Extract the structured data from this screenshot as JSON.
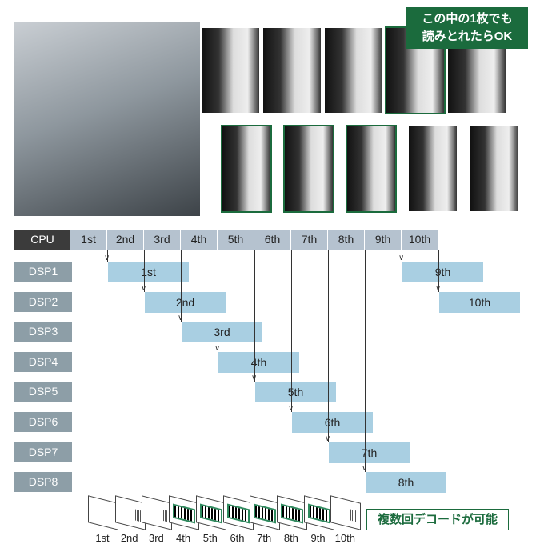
{
  "callout": {
    "line1": "この中の1枚でも",
    "line2": "読みとれたらOK"
  },
  "cpu": {
    "label": "CPU",
    "cells": [
      "1st",
      "2nd",
      "3rd",
      "4th",
      "5th",
      "6th",
      "7th",
      "8th",
      "9th",
      "10th"
    ]
  },
  "dsps": [
    {
      "label": "DSP1",
      "tasks": [
        {
          "name": "1st",
          "start": 1
        },
        {
          "name": "9th",
          "start": 9
        }
      ]
    },
    {
      "label": "DSP2",
      "tasks": [
        {
          "name": "2nd",
          "start": 2
        },
        {
          "name": "10th",
          "start": 10
        }
      ]
    },
    {
      "label": "DSP3",
      "tasks": [
        {
          "name": "3rd",
          "start": 3
        }
      ]
    },
    {
      "label": "DSP4",
      "tasks": [
        {
          "name": "4th",
          "start": 4
        }
      ]
    },
    {
      "label": "DSP5",
      "tasks": [
        {
          "name": "5th",
          "start": 5
        }
      ]
    },
    {
      "label": "DSP6",
      "tasks": [
        {
          "name": "6th",
          "start": 6
        }
      ]
    },
    {
      "label": "DSP7",
      "tasks": [
        {
          "name": "7th",
          "start": 7
        }
      ]
    },
    {
      "label": "DSP8",
      "tasks": [
        {
          "name": "8th",
          "start": 8
        }
      ]
    }
  ],
  "frames": [
    "1st",
    "2nd",
    "3rd",
    "4th",
    "5th",
    "6th",
    "7th",
    "8th",
    "9th",
    "10th"
  ],
  "badge": "複数回デコードが可能",
  "colors": {
    "green": "#1b6b3d",
    "bar": "#a9cfe2",
    "cpu": "#b5c2cf",
    "dsp": "#8d9ea7"
  }
}
